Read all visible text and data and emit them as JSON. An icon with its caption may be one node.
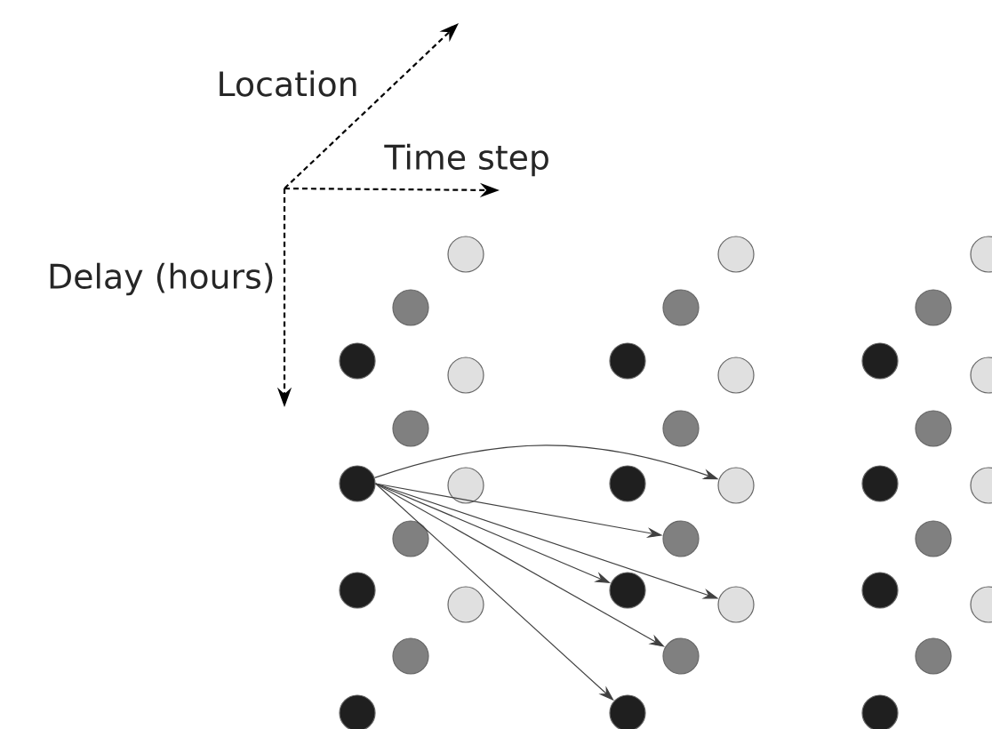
{
  "diagram": {
    "nodes": [
      {
        "text": [],
        "shape": "circle"
      },
      {
        "text": [],
        "shape": "circle"
      },
      {
        "text": [],
        "shape": "circle"
      },
      {
        "text": [],
        "shape": "circle"
      },
      {
        "text": [],
        "shape": "circle"
      },
      {
        "text": [],
        "shape": "circle"
      },
      {
        "text": [],
        "shape": "circle"
      },
      {
        "text": [],
        "shape": "circle"
      },
      {
        "text": [],
        "shape": "circle"
      },
      {
        "text": [],
        "shape": "circle"
      },
      {
        "text": [],
        "shape": "circle"
      },
      {
        "text": [],
        "shape": "circle"
      },
      {
        "text": [],
        "shape": "circle"
      },
      {
        "text": [],
        "shape": "circle"
      },
      {
        "text": [],
        "shape": "circle"
      },
      {
        "text": [],
        "shape": "circle"
      },
      {
        "text": [],
        "shape": "circle"
      },
      {
        "text": [],
        "shape": "circle"
      },
      {
        "text": [],
        "shape": "circle"
      },
      {
        "text": [],
        "shape": "circle"
      },
      {
        "text": [],
        "shape": "circle"
      },
      {
        "text": [],
        "shape": "circle"
      },
      {
        "text": [],
        "shape": "circle"
      },
      {
        "text": [],
        "shape": "circle"
      },
      {
        "text": [],
        "shape": "circle"
      },
      {
        "text": [],
        "shape": "circle"
      },
      {
        "text": [],
        "shape": "circle"
      },
      {
        "text": [],
        "shape": "circle"
      },
      {
        "text": [],
        "shape": "circle"
      },
      {
        "text": [],
        "shape": "circle"
      },
      {
        "text": [],
        "shape": "circle"
      },
      {
        "text": [],
        "shape": "circle"
      },
      {
        "text": [],
        "shape": "circle"
      },
      {
        "text": [],
        "shape": "circle"
      },
      {
        "text": [],
        "shape": "circle"
      },
      {
        "text": [],
        "shape": "circle"
      }
    ],
    "edges": [
      {
        "from": 1,
        "to": 22,
        "arrow": "to"
      },
      {
        "from": 1,
        "to": 18,
        "arrow": "to"
      },
      {
        "from": 1,
        "to": 23,
        "arrow": "to"
      },
      {
        "from": 1,
        "to": 14,
        "arrow": "to"
      },
      {
        "from": 1,
        "to": 19,
        "arrow": "to"
      },
      {
        "from": 1,
        "to": 15,
        "arrow": "to"
      }
    ],
    "labels": [
      "Location",
      "Time step",
      "Delay (hours)"
    ]
  }
}
